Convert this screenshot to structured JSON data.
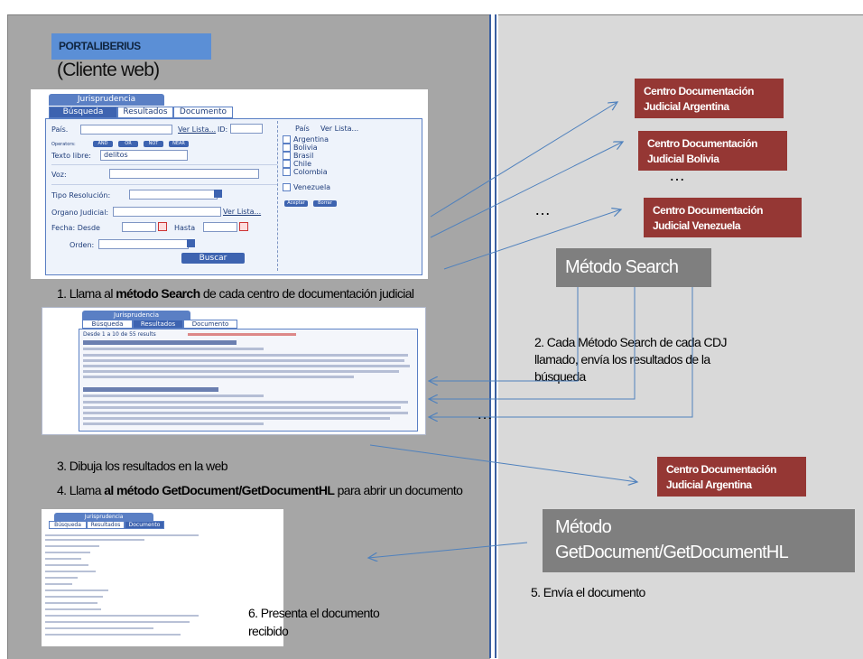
{
  "portal": {
    "title": "PORTALIBERIUS",
    "subtitle": "(Cliente web)"
  },
  "steps": {
    "s1_pre": "1. Llama al ",
    "s1_bold": "método Search",
    "s1_post": " de cada centro de documentación judicial",
    "s2": [
      "2.  Cada Método Search de cada CDJ",
      "llamado, envía los resultados de la",
      "búsqueda"
    ],
    "s3": "3. Dibuja los resultados en la web",
    "s4_pre": "4. Llama ",
    "s4_bold": "al método GetDocument/GetDocumentHL",
    "s4_post": " para abrir un documento",
    "s5": "5. Envía el documento",
    "s6": [
      "6. Presenta el documento",
      "recibido"
    ]
  },
  "centers": {
    "argentina_top": [
      "Centro Documentación",
      "Judicial Argentina"
    ],
    "bolivia": [
      "Centro Documentación",
      "Judicial Bolivia"
    ],
    "venezuela": [
      "Centro Documentación",
      "Judicial Venezuela"
    ],
    "argentina_bottom": [
      "Centro Documentación",
      "Judicial Argentina"
    ]
  },
  "methods": {
    "search": "Método Search",
    "getdoc": [
      "Método",
      "GetDocument/GetDocumentHL"
    ]
  },
  "ellipsis": "…",
  "mock_search": {
    "header": "Jurisprudencia",
    "tabs": [
      "Búsqueda",
      "Resultados",
      "Documento"
    ],
    "pais": "País.",
    "ver_lista": "Ver Lista...",
    "id": "ID:",
    "operators_label": "Operators:",
    "operators": [
      "AND",
      "OR",
      "NOT",
      "NEAR"
    ],
    "texto_libre": "Texto libre:",
    "texto_value": "delitos",
    "voz": "Voz:",
    "tipo": "Tipo Resolución:",
    "organo": "Organo Judicial:",
    "organo_link": "Ver Lista...",
    "fecha": "Fecha:  Desde",
    "hasta": "Hasta",
    "orden": "Orden:",
    "buscar": "Buscar",
    "country_header_pais": "País",
    "country_header_ver": "Ver Lista...",
    "countries": [
      "Argentina",
      "Bolivia",
      "Brasil",
      "Chile",
      "Colombia"
    ],
    "country_last": "Venezuela",
    "country_buttons": [
      "Aceptar",
      "Borrar"
    ]
  },
  "mock_results": {
    "header": "Jurisprudencia",
    "tabs": [
      "Búsqueda",
      "Resultados",
      "Documento"
    ],
    "count_text": "Desde 1 a 10 de 55 results"
  },
  "mock_doc": {
    "header": "Jurisprudencia",
    "tabs": [
      "Búsqueda",
      "Resultados",
      "Documento"
    ]
  },
  "colors": {
    "left_panel": "#a6a6a6",
    "right_panel": "#d9d9d9",
    "cdj_box": "#953734",
    "method_box": "#7f7f7f",
    "arrow": "#4f81bd",
    "portal_badge": "#5b8fd6"
  }
}
